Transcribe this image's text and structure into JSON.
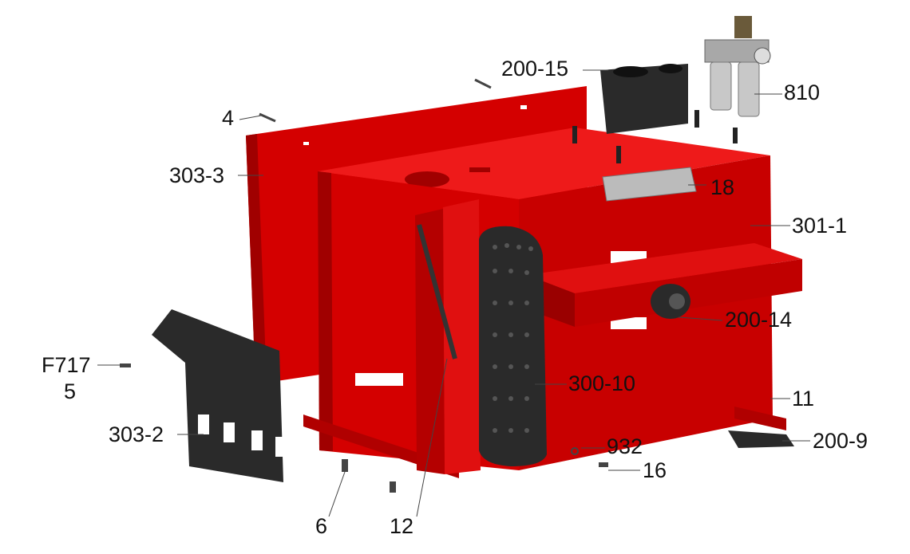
{
  "colors": {
    "body_red": "#d40000",
    "body_red_dark": "#a00000",
    "body_red_light": "#ee1a1a",
    "part_black": "#2a2a2a",
    "leader": "#444444"
  },
  "callouts": {
    "c_200_15": "200-15",
    "c_810": "810",
    "c_4": "4",
    "c_303_3": "303-3",
    "c_18": "18",
    "c_301_1": "301-1",
    "c_200_14": "200-14",
    "c_F717": "F717",
    "c_5": "5",
    "c_300_10": "300-10",
    "c_11": "11",
    "c_303_2": "303-2",
    "c_932": "932",
    "c_200_9": "200-9",
    "c_16": "16",
    "c_6": "6",
    "c_12": "12"
  }
}
